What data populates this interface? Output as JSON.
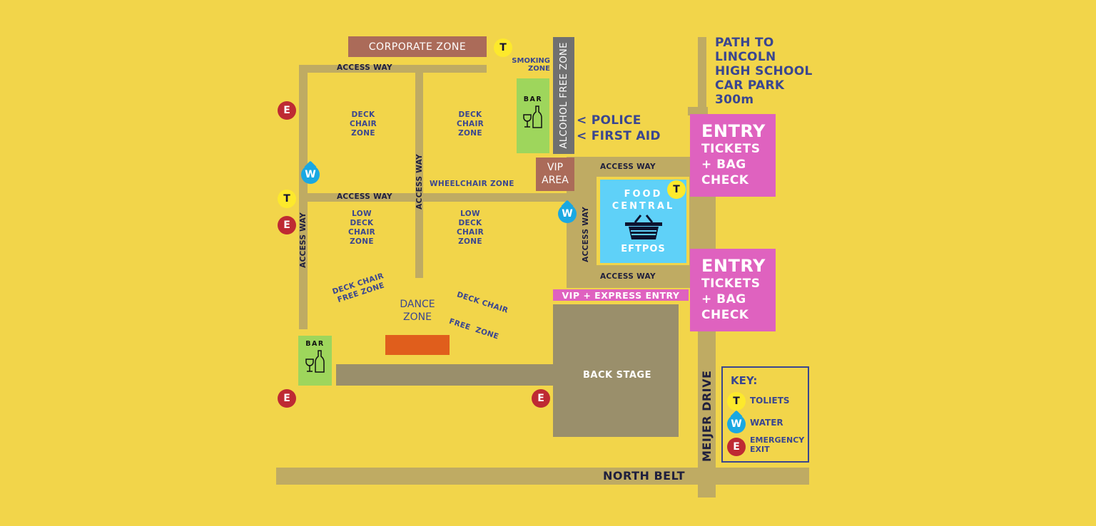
{
  "map": {
    "background_color": "#f2d54a",
    "path_color": "#bfab63",
    "zones": {
      "corporate_zone": "CORPORATE ZONE",
      "smoking_zone": [
        "SMOKING",
        "ZONE"
      ],
      "alcohol_free_zone": "ALCOHOL FREE ZONE",
      "bar_top": "BAR",
      "bar_bottom": "BAR",
      "vip_area": [
        "VIP",
        "AREA"
      ],
      "deck_chair_zone_1": [
        "DECK",
        "CHAIR",
        "ZONE"
      ],
      "deck_chair_zone_2": [
        "DECK",
        "CHAIR",
        "ZONE"
      ],
      "low_deck_chair_zone_1": [
        "LOW",
        "DECK",
        "CHAIR",
        "ZONE"
      ],
      "low_deck_chair_zone_2": [
        "LOW",
        "DECK",
        "CHAIR",
        "ZONE"
      ],
      "wheelchair_zone": "WHEELCHAIR ZONE",
      "deck_chair_free_zone_1": [
        "DECK CHAIR",
        "FREE ZONE"
      ],
      "deck_chair_free_zone_2": [
        "DECK CHAIR",
        "FREE  ZONE"
      ],
      "dance_zone": [
        "DANCE",
        "ZONE"
      ],
      "back_stage": "BACK STAGE",
      "food_central": [
        "FOOD",
        "CENTRAL"
      ],
      "eftpos": "EFTPOS",
      "vip_express_entry": "VIP + EXPRESS ENTRY"
    },
    "access_ways": {
      "top": "ACCESS WAY",
      "middle": "ACCESS WAY",
      "left_vertical": "ACCESS WAY",
      "center_vertical": "ACCESS WAY",
      "food_top": "ACCESS WAY",
      "food_left": "ACCESS WAY",
      "food_bottom": "ACCESS WAY"
    },
    "services": {
      "police": "< POLICE",
      "first_aid": "< FIRST AID"
    },
    "path_to_car_park": [
      "PATH TO",
      "LINCOLN",
      "HIGH SCHOOL",
      "CAR PARK",
      "300m"
    ],
    "entries": [
      {
        "title": "ENTRY",
        "lines": [
          "TICKETS",
          "+ BAG",
          "CHECK"
        ]
      },
      {
        "title": "ENTRY",
        "lines": [
          "TICKETS",
          "+ BAG",
          "CHECK"
        ]
      }
    ],
    "roads": {
      "north_belt": "NORTH BELT",
      "meijer_drive": "MEIJER DRIVE"
    },
    "icons": {
      "toilet": "T",
      "water": "W",
      "emergency": "E"
    },
    "key": {
      "title": "KEY:",
      "items": [
        {
          "icon": "T",
          "label": "TOLIETS"
        },
        {
          "icon": "W",
          "label": "WATER"
        },
        {
          "icon": "E",
          "label": [
            "EMERGENCY",
            "EXIT"
          ]
        }
      ]
    }
  }
}
